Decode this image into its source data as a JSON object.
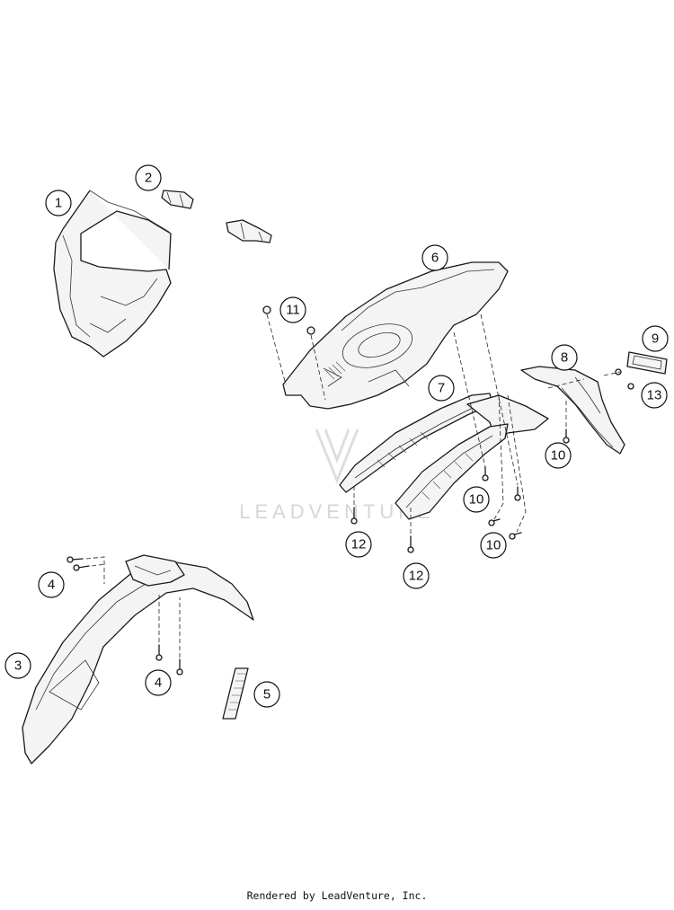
{
  "watermark": {
    "text": "LEADVENTURE"
  },
  "footer": {
    "text": "Rendered by LeadVenture, Inc."
  },
  "callouts": [
    {
      "id": "c1",
      "label": "1"
    },
    {
      "id": "c2",
      "label": "2"
    },
    {
      "id": "c3",
      "label": "3"
    },
    {
      "id": "c4a",
      "label": "4"
    },
    {
      "id": "c4b",
      "label": "4"
    },
    {
      "id": "c5",
      "label": "5"
    },
    {
      "id": "c6",
      "label": "6"
    },
    {
      "id": "c7",
      "label": "7"
    },
    {
      "id": "c8",
      "label": "8"
    },
    {
      "id": "c9",
      "label": "9"
    },
    {
      "id": "c10a",
      "label": "10"
    },
    {
      "id": "c10b",
      "label": "10"
    },
    {
      "id": "c10c",
      "label": "10"
    },
    {
      "id": "c11",
      "label": "11"
    },
    {
      "id": "c12a",
      "label": "12"
    },
    {
      "id": "c12b",
      "label": "12"
    },
    {
      "id": "c13",
      "label": "13"
    }
  ]
}
